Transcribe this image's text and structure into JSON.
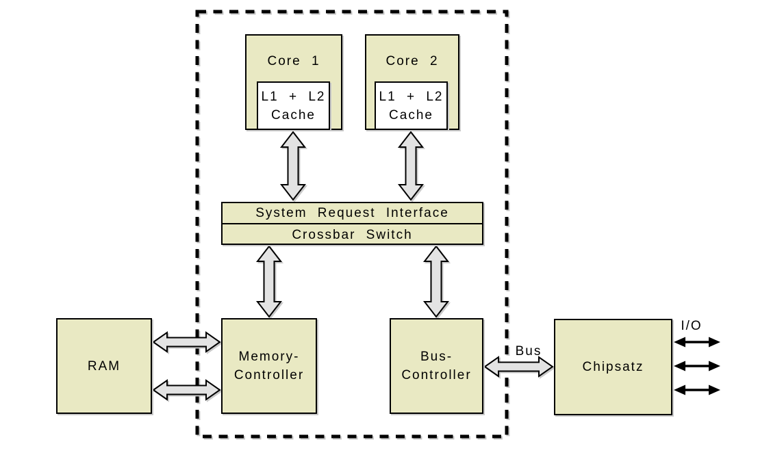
{
  "diagram": {
    "nodes": {
      "core1": {
        "label": "Core 1"
      },
      "core2": {
        "label": "Core 2"
      },
      "cache1": {
        "line1": "L1 + L2",
        "line2": "Cache"
      },
      "cache2": {
        "line1": "L1 + L2",
        "line2": "Cache"
      },
      "sri": {
        "label": "System Request Interface"
      },
      "crossbar": {
        "label": "Crossbar Switch"
      },
      "ram": {
        "label": "RAM"
      },
      "memory_controller": {
        "line1": "Memory-",
        "line2": "Controller"
      },
      "bus_controller": {
        "line1": "Bus-",
        "line2": "Controller"
      },
      "chipset": {
        "label": "Chipsatz"
      }
    },
    "edge_labels": {
      "bus": "Bus",
      "io": "I/O"
    },
    "colors": {
      "box_fill": "#e9e9c3",
      "cache_fill": "#ffffff",
      "box_border": "#000000",
      "arrow_fill": "#e3e3e3",
      "arrow_stroke": "#000000",
      "io_arrow": "#000000",
      "die_boundary": "#000000",
      "background": "#ffffff"
    }
  }
}
